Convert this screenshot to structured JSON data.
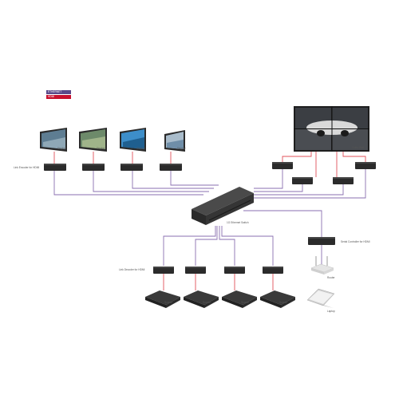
{
  "legend": {
    "items": [
      {
        "label": "ETHERNET",
        "color": "#5a4a8a"
      },
      {
        "label": "HDMI",
        "color": "#c8102e"
      }
    ]
  },
  "colors": {
    "ethernet_line": "#8a6fb0",
    "hdmi_line": "#e0505a",
    "device_body": "#2b2b2b",
    "switch_body": "#3a3a3a",
    "screen_blue": "#3d8ec9"
  },
  "labels": {
    "encoder_group": "Link Encoder for HDMI",
    "display_1": "Display",
    "display_2": "Display",
    "display_3": "Display",
    "display_4": "Display",
    "video_wall": "Video Wall",
    "switch": "1G Ethernet Switch",
    "decoder_group": "Link Decoder for HDMI",
    "source_1": "Source",
    "source_2": "Source",
    "source_3": "Source",
    "source_4": "Source",
    "serial_controller": "Serial Controller for HDMI",
    "router": "Router",
    "laptop": "Laptop"
  }
}
